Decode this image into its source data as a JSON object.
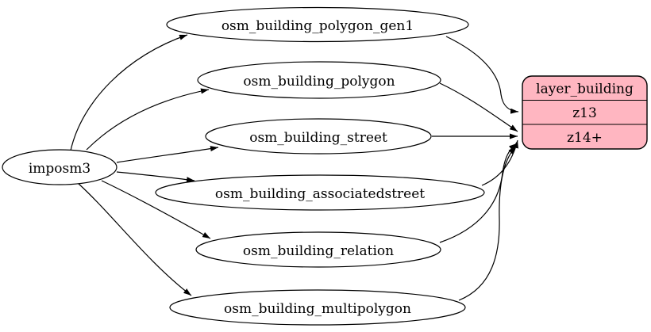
{
  "diagram": {
    "type": "dependency-graph",
    "background_color": "#ffffff",
    "edge_color": "#000000",
    "text_color": "#000000",
    "node_fill_color": "#ffffff",
    "source": {
      "label": "imposm3"
    },
    "tables": [
      {
        "label": "osm_building_polygon_gen1"
      },
      {
        "label": "osm_building_polygon"
      },
      {
        "label": "osm_building_street"
      },
      {
        "label": "osm_building_associatedstreet"
      },
      {
        "label": "osm_building_relation"
      },
      {
        "label": "osm_building_multipolygon"
      }
    ],
    "layer": {
      "title": "layer_building",
      "rows": [
        "z13",
        "z14+"
      ],
      "fill": "#ffb6c1"
    },
    "edges": [
      {
        "from": "imposm3",
        "to": "osm_building_polygon_gen1"
      },
      {
        "from": "imposm3",
        "to": "osm_building_polygon"
      },
      {
        "from": "imposm3",
        "to": "osm_building_street"
      },
      {
        "from": "imposm3",
        "to": "osm_building_associatedstreet"
      },
      {
        "from": "imposm3",
        "to": "osm_building_relation"
      },
      {
        "from": "imposm3",
        "to": "osm_building_multipolygon"
      },
      {
        "from": "osm_building_polygon_gen1",
        "to": "layer_building:z13"
      },
      {
        "from": "osm_building_polygon",
        "to": "layer_building:z14+"
      },
      {
        "from": "osm_building_street",
        "to": "layer_building:z14+"
      },
      {
        "from": "osm_building_associatedstreet",
        "to": "layer_building:z14+"
      },
      {
        "from": "osm_building_relation",
        "to": "layer_building:z14+"
      },
      {
        "from": "osm_building_multipolygon",
        "to": "layer_building:z14+"
      }
    ]
  }
}
